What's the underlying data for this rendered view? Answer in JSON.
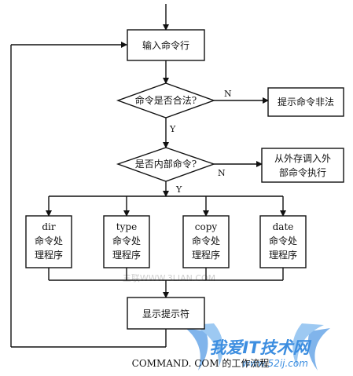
{
  "nodes": {
    "input": "输入命令行",
    "valid_check": "命令是否合法?",
    "invalid_prompt": "提示命令非法",
    "internal_check": "是否内部命令?",
    "external_load_l1": "从外存调入外",
    "external_load_l2": "部命令执行",
    "handlers": [
      {
        "name": "dir",
        "line1": "命令处",
        "line2": "理程序"
      },
      {
        "name": "type",
        "line1": "命令处",
        "line2": "理程序"
      },
      {
        "name": "copy",
        "line1": "命令处",
        "line2": "理程序"
      },
      {
        "name": "date",
        "line1": "命令处",
        "line2": "理程序"
      }
    ],
    "show_prompt": "显示提示符"
  },
  "edge_labels": {
    "valid_no": "N",
    "valid_yes": "Y",
    "internal_no": "N",
    "internal_yes": "Y"
  },
  "caption": "COMMAND. COM 的工作流程",
  "watermark": {
    "center_text": "三联WWW.3LIAN.COM",
    "brand_text": "我爱IT技术网",
    "brand_url": "www.52ij.com"
  },
  "colors": {
    "line": "#111111",
    "box_fill": "#ffffff",
    "watermark_blue": "#4a90d9",
    "watermark_gray": "#c8c8c8"
  }
}
